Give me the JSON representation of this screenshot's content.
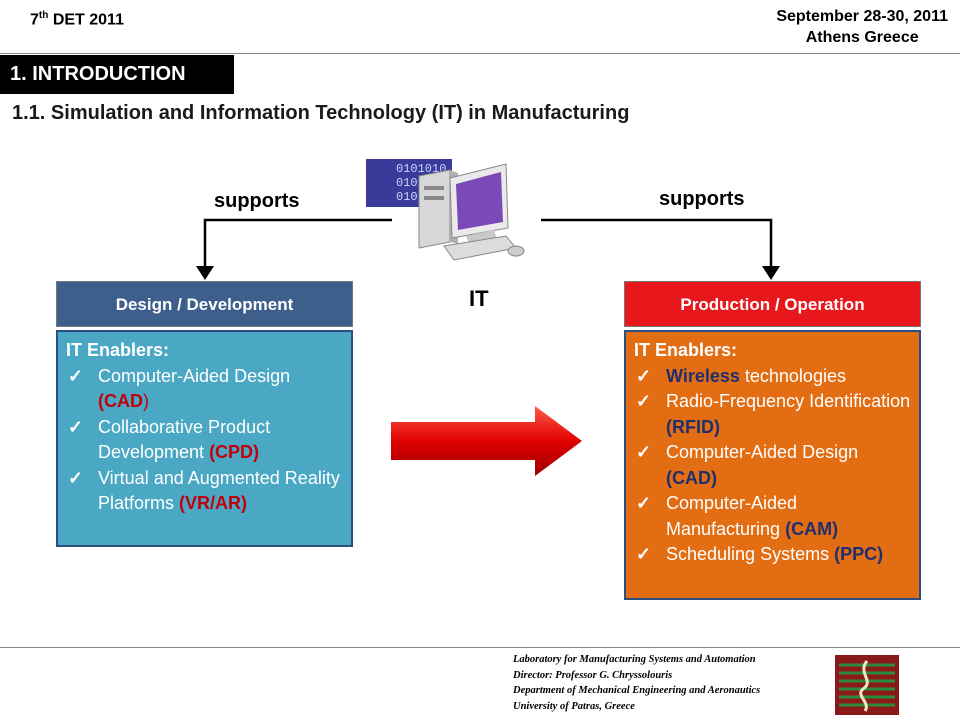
{
  "header": {
    "conf_prefix": "7",
    "conf_sup": "th",
    "conf_suffix": "DET 2011",
    "date_line": "September 28-30, 2011",
    "place_line": "Athens Greece"
  },
  "section_title": "1. INTRODUCTION",
  "subtitle": "1.1. Simulation and Information Technology (IT) in Manufacturing",
  "diagram": {
    "supports_left": "supports",
    "supports_right": "supports",
    "center_label": "IT",
    "binary_text": "0101010",
    "left_box": {
      "title": "Design / Development",
      "enablers_label": "IT Enablers:",
      "items": [
        {
          "text": "Computer-Aided Design ",
          "abbr": "(CAD",
          "tail": ")"
        },
        {
          "text": "Collaborative Product Development ",
          "abbr": "(CPD)",
          "tail": ""
        },
        {
          "text": "Virtual and Augmented Reality Platforms ",
          "abbr": "(VR/AR)",
          "tail": ""
        }
      ]
    },
    "right_box": {
      "title": "Production / Operation",
      "enablers_label": "IT Enablers:",
      "items": [
        {
          "lead": "Wireless",
          "text": " technologies",
          "abbr": ""
        },
        {
          "lead": "",
          "text": "Radio-Frequency Identification ",
          "abbr": "(RFID)"
        },
        {
          "lead": "",
          "text": "Computer-Aided Design ",
          "abbr": "(CAD)"
        },
        {
          "lead": "",
          "text": "Computer-Aided Manufacturing ",
          "abbr": "(CAM)"
        },
        {
          "lead": "",
          "text": "Scheduling Systems ",
          "abbr": "(PPC)"
        }
      ]
    },
    "check_glyph": "✓"
  },
  "footer": {
    "lines": [
      "Laboratory for Manufacturing Systems and Automation",
      "Director: Professor G. Chryssolouris",
      "Department of Mechanical Engineering and Aeronautics",
      "University of Patras, Greece"
    ]
  },
  "colors": {
    "left_head": "#3e5e8c",
    "left_body": "#4aa8c4",
    "right_head": "#e8171c",
    "right_body": "#e36d12",
    "abbr_red": "#c0000b",
    "navy": "#1f2f6e",
    "arrow_red": "#e00000"
  }
}
